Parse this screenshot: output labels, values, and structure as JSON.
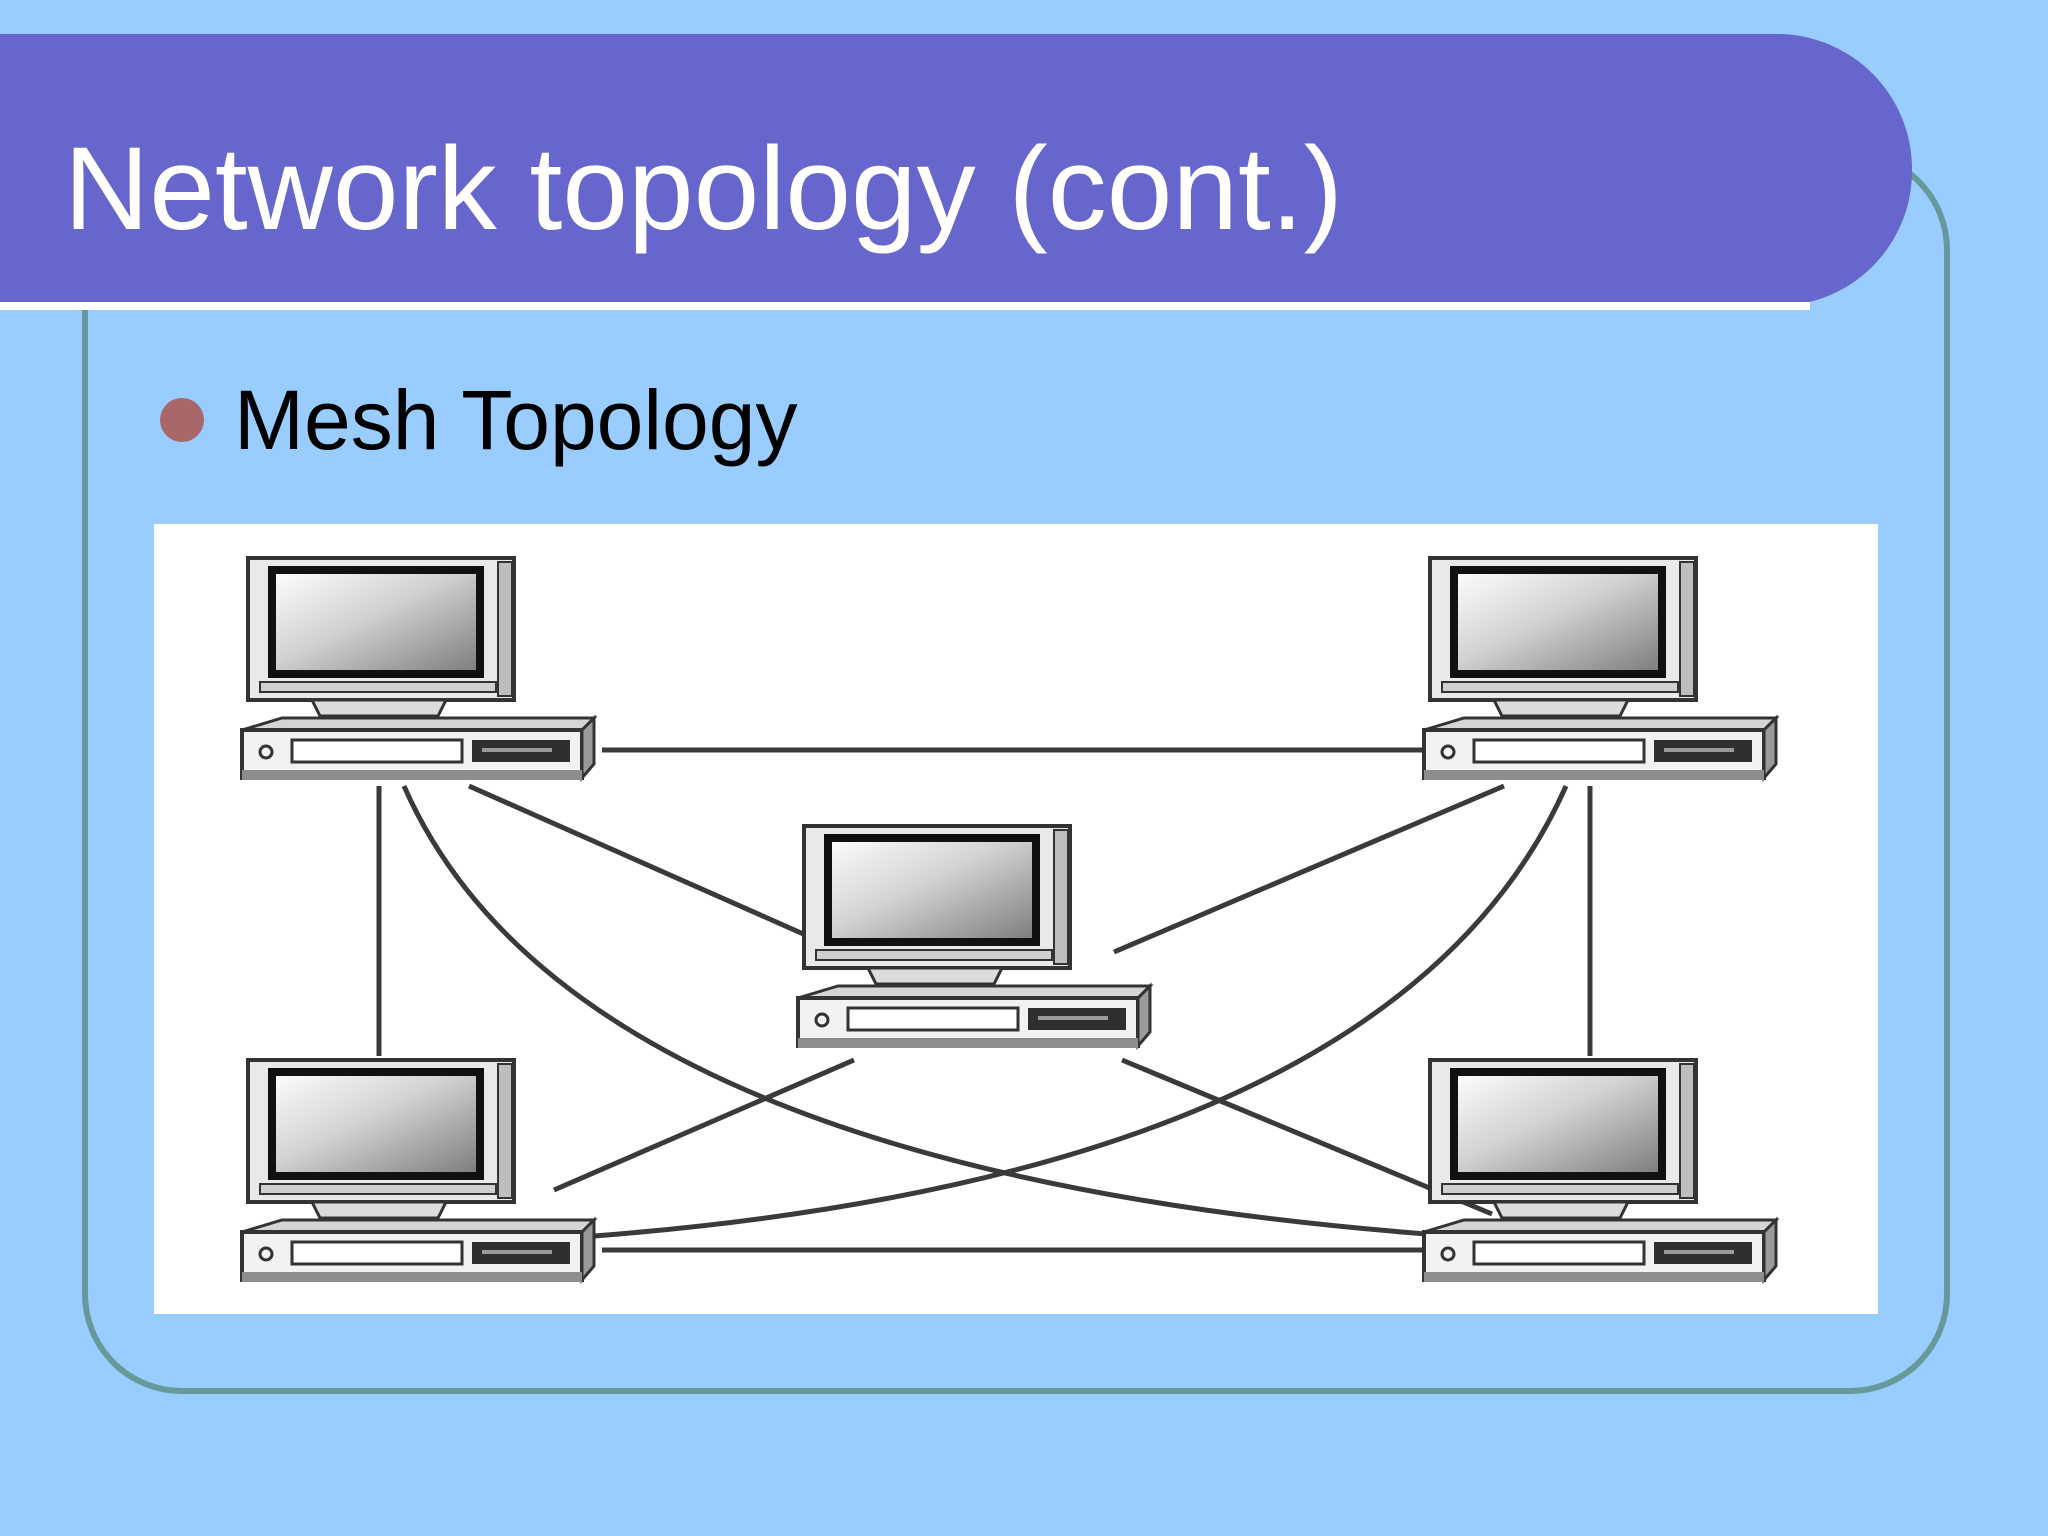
{
  "slide": {
    "title": "Network topology (cont.)",
    "bullet": "Mesh Topology"
  },
  "diagram": {
    "nodes": [
      {
        "id": "top-left",
        "icon": "desktop-computer-icon"
      },
      {
        "id": "top-right",
        "icon": "desktop-computer-icon"
      },
      {
        "id": "center",
        "icon": "desktop-computer-icon"
      },
      {
        "id": "bottom-left",
        "icon": "desktop-computer-icon"
      },
      {
        "id": "bottom-right",
        "icon": "desktop-computer-icon"
      }
    ],
    "links": [
      [
        "top-left",
        "top-right"
      ],
      [
        "top-left",
        "bottom-left"
      ],
      [
        "top-left",
        "center"
      ],
      [
        "top-left",
        "bottom-right"
      ],
      [
        "top-right",
        "bottom-right"
      ],
      [
        "top-right",
        "center"
      ],
      [
        "top-right",
        "bottom-left"
      ],
      [
        "center",
        "bottom-left"
      ],
      [
        "center",
        "bottom-right"
      ],
      [
        "bottom-left",
        "bottom-right"
      ]
    ]
  },
  "colors": {
    "background": "#99ccff",
    "title_bar": "#6666cc",
    "frame_border": "#669999",
    "bullet": "#a8686a"
  }
}
